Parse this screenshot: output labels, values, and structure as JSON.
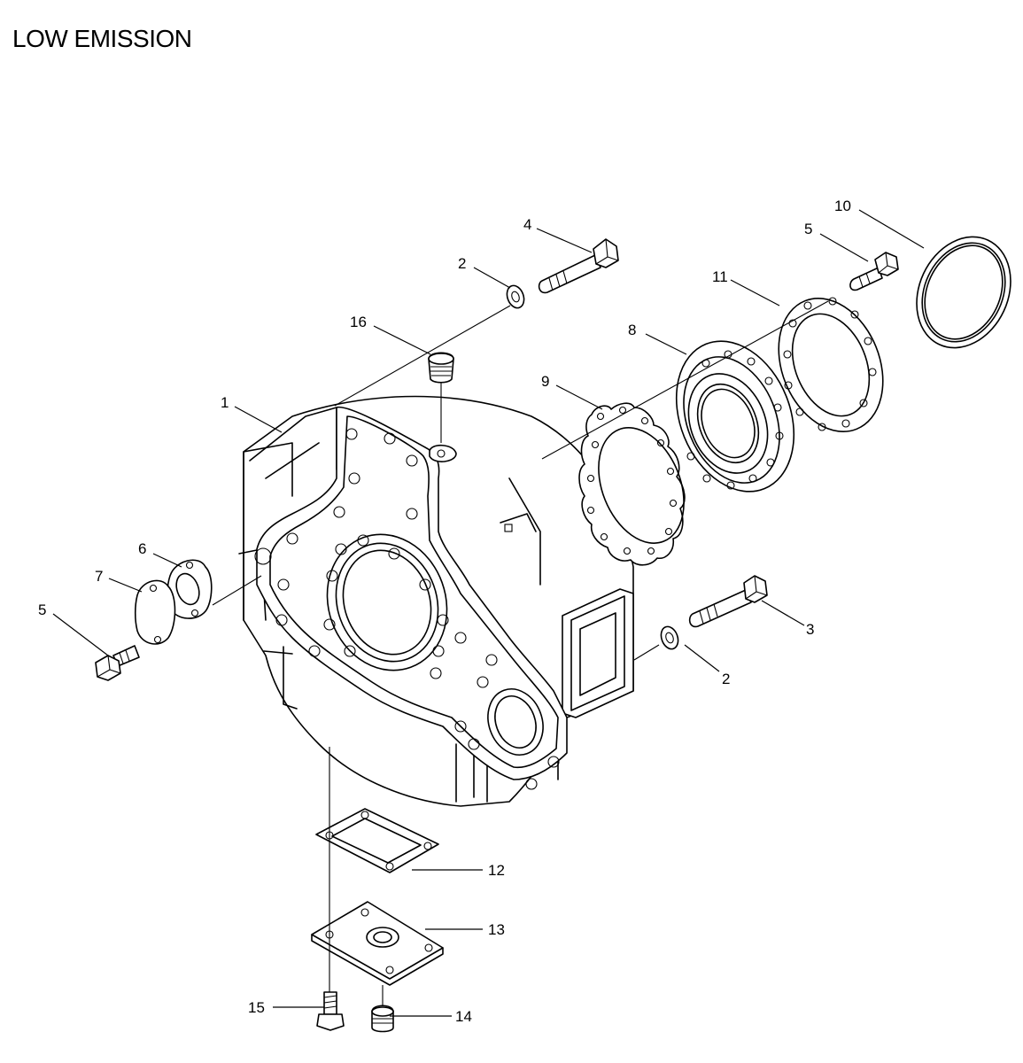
{
  "title": "LOW EMISSION",
  "callouts": [
    {
      "id": "c1",
      "text": "1"
    },
    {
      "id": "c2a",
      "text": "2"
    },
    {
      "id": "c2b",
      "text": "2"
    },
    {
      "id": "c3",
      "text": "3"
    },
    {
      "id": "c4",
      "text": "4"
    },
    {
      "id": "c5a",
      "text": "5"
    },
    {
      "id": "c5b",
      "text": "5"
    },
    {
      "id": "c6",
      "text": "6"
    },
    {
      "id": "c7",
      "text": "7"
    },
    {
      "id": "c8",
      "text": "8"
    },
    {
      "id": "c9",
      "text": "9"
    },
    {
      "id": "c10",
      "text": "10"
    },
    {
      "id": "c11",
      "text": "11"
    },
    {
      "id": "c12",
      "text": "12"
    },
    {
      "id": "c13",
      "text": "13"
    },
    {
      "id": "c14",
      "text": "14"
    },
    {
      "id": "c15",
      "text": "15"
    },
    {
      "id": "c16",
      "text": "16"
    }
  ]
}
